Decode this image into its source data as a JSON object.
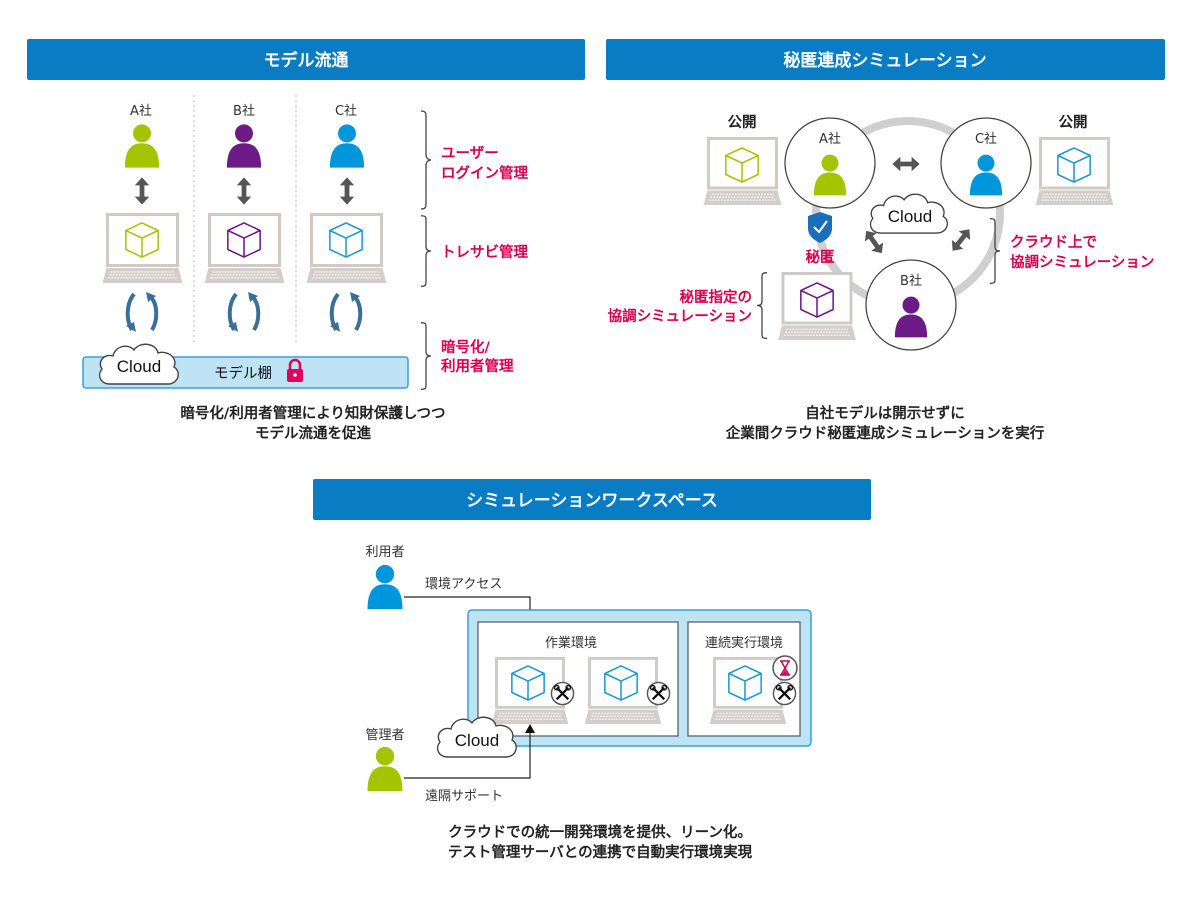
{
  "colors": {
    "header": "#0a7cc4",
    "accent": "#d9004f",
    "green": "#a5c400",
    "purple": "#6b1a86",
    "cyan": "#0096dc",
    "shelf": "#bde3f5"
  },
  "panel1": {
    "title": "モデル流通",
    "companies": [
      "A社",
      "B社",
      "C社"
    ],
    "cloud": "Cloud",
    "shelf": "モデル棚",
    "labels": {
      "login_1": "ユーザー",
      "login_2": "ログイン管理",
      "trace": "トレサビ管理",
      "enc_1": "暗号化/",
      "enc_2": "利用者管理"
    },
    "caption_1": "暗号化/利用者管理により知財保護しつつ",
    "caption_2": "モデル流通を促進"
  },
  "panel2": {
    "title": "秘匿連成シミュレーション",
    "public_left": "公開",
    "public_right": "公開",
    "company_a": "A社",
    "company_b": "B社",
    "company_c": "C社",
    "cloud": "Cloud",
    "secret": "秘匿",
    "cloud_sim_1": "クラウド上で",
    "cloud_sim_2": "協調シミュレーション",
    "secret_sim_1": "秘匿指定の",
    "secret_sim_2": "協調シミュレーション",
    "caption_1": "自社モデルは開示せずに",
    "caption_2": "企業間クラウド秘匿連成シミュレーションを実行"
  },
  "panel3": {
    "title": "シミュレーションワークスペース",
    "user": "利用者",
    "access": "環境アクセス",
    "admin": "管理者",
    "support": "遠隔サポート",
    "work_env": "作業環境",
    "continuous_env": "連続実行環境",
    "cloud": "Cloud",
    "caption_1": "クラウドでの統一開発環境を提供、リーン化。",
    "caption_2": "テスト管理サーバとの連携で自動実行環境実現"
  }
}
